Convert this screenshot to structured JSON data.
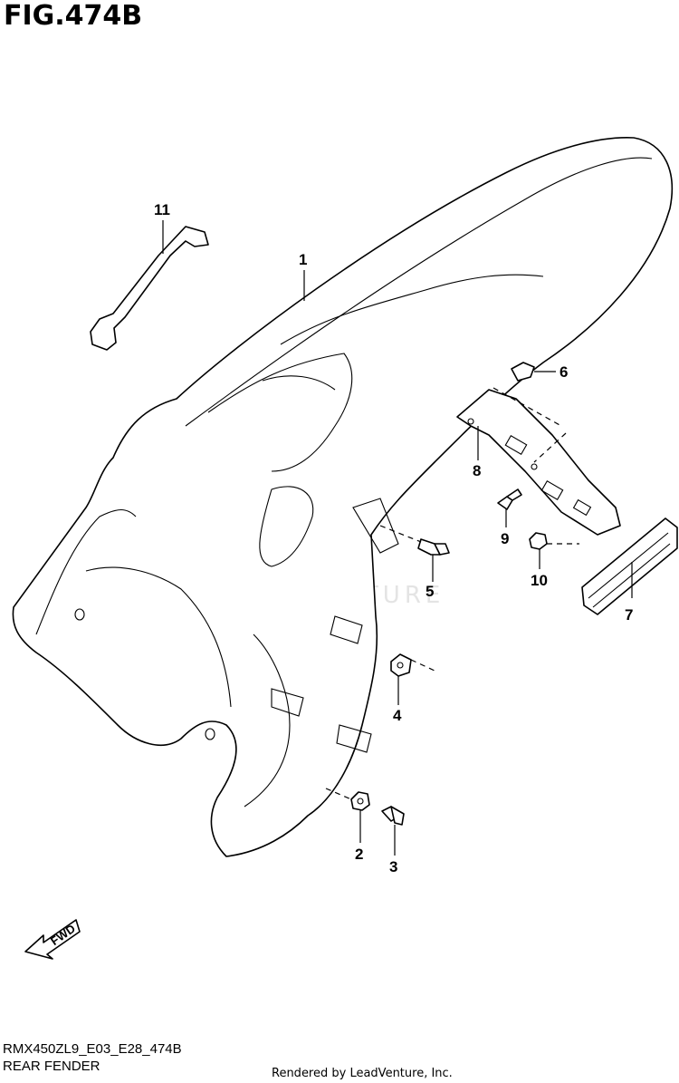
{
  "figure_title": "FIG.474B",
  "diagram_code": "RMX450ZL9_E03_E28_474B",
  "section_name": "REAR FENDER",
  "render_credit": "Rendered by LeadVenture, Inc.",
  "watermark": "LEADVENTURE",
  "fwd_label": "FWD",
  "callouts": {
    "c1": "1",
    "c2": "2",
    "c3": "3",
    "c4": "4",
    "c5": "5",
    "c6": "6",
    "c7": "7",
    "c8": "8",
    "c9": "9",
    "c10": "10",
    "c11": "11"
  },
  "icons": {
    "fwd": "fwd-arrow-icon"
  }
}
